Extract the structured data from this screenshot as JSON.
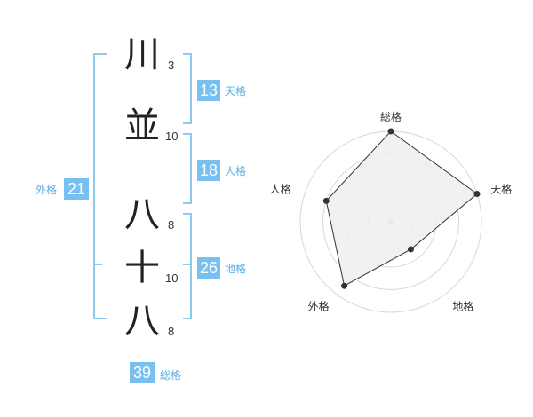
{
  "characters": [
    {
      "char": "川",
      "strokes": "3"
    },
    {
      "char": "並",
      "strokes": "10"
    },
    {
      "char": "八",
      "strokes": "8"
    },
    {
      "char": "十",
      "strokes": "10"
    },
    {
      "char": "八",
      "strokes": "8"
    }
  ],
  "scores": {
    "tenkaku": {
      "value": "13",
      "label": "天格"
    },
    "jinkaku": {
      "value": "18",
      "label": "人格"
    },
    "chikaku": {
      "value": "26",
      "label": "地格"
    },
    "gaikaku": {
      "value": "21",
      "label": "外格"
    },
    "soukaku": {
      "value": "39",
      "label": "総格"
    }
  },
  "chart_data": {
    "type": "radar",
    "axes": [
      "総格",
      "天格",
      "地格",
      "外格",
      "人格"
    ],
    "values": [
      4,
      4,
      1.5,
      3.5,
      3
    ],
    "range": [
      0,
      4
    ],
    "rings": 4,
    "colors": {
      "fill": "#eeeeee",
      "line": "#333333",
      "ring": "#d8d8d8"
    }
  },
  "colors": {
    "accent": "#78c0ef",
    "bracket": "#8ec9ee",
    "label": "#5aaee3"
  }
}
